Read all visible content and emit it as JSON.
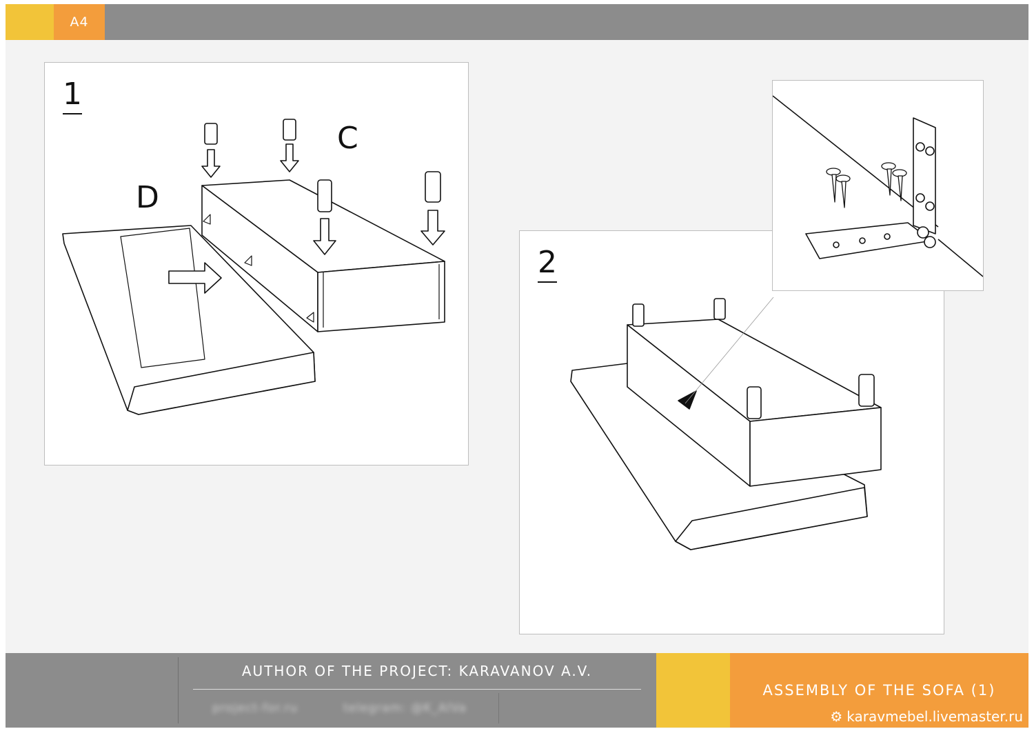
{
  "header": {
    "format_label": "A4"
  },
  "steps": [
    {
      "number": "1",
      "labels": [
        "C",
        "D"
      ]
    },
    {
      "number": "2"
    }
  ],
  "footer": {
    "author": "AUTHOR OF THE PROJECT: KARAVANOV A.V.",
    "link_left": "project-for.ru",
    "link_right": "telegram: @K_AlVa",
    "title": "ASSEMBLY OF THE SOFA (1)",
    "watermark": "karavmebel.livemaster.ru"
  },
  "colors": {
    "grey": "#8c8c8c",
    "yellow": "#f2c439",
    "orange": "#f39d3c"
  },
  "icons": {
    "watermark_icon": "gear-icon"
  }
}
